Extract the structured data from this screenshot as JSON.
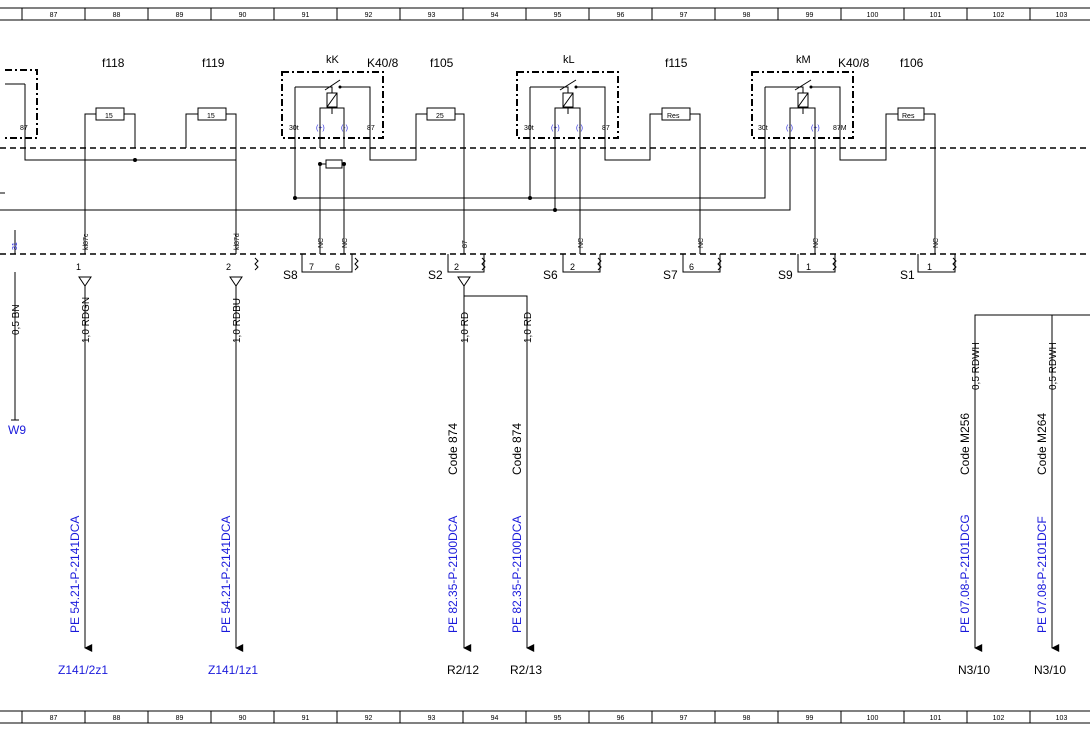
{
  "ruler": {
    "columns": [
      "87",
      "88",
      "89",
      "90",
      "91",
      "92",
      "93",
      "94",
      "95",
      "96",
      "97",
      "98",
      "99",
      "100",
      "101",
      "102",
      "103"
    ]
  },
  "components": {
    "fuses": [
      {
        "id": "f118",
        "value": "15"
      },
      {
        "id": "f119",
        "value": "15"
      },
      {
        "id": "f105",
        "value": "25"
      },
      {
        "id": "f115",
        "value": "Res"
      },
      {
        "id": "f106",
        "value": "Res"
      }
    ],
    "relays": [
      {
        "id": "kK",
        "group": "K40/8",
        "pins": [
          "30t",
          "(+)",
          "(-)",
          "87"
        ]
      },
      {
        "id": "kL",
        "group": "",
        "pins": [
          "30t",
          "(+)",
          "(-)",
          "87"
        ]
      },
      {
        "id": "kM",
        "group": "K40/8",
        "pins": [
          "30t",
          "(-)",
          "(+)",
          "87M"
        ]
      }
    ],
    "left_box_pin": "87"
  },
  "connector_pins": {
    "top_labels": [
      "31",
      "kl87c",
      "kl87d",
      "NC",
      "NC",
      "87",
      "NC",
      "NC",
      "NC",
      "NC"
    ],
    "plugs": [
      {
        "name": "S8",
        "pins": [
          "7",
          "6"
        ]
      },
      {
        "name": "S2",
        "pins": [
          "2"
        ]
      },
      {
        "name": "S6",
        "pins": [
          "2"
        ]
      },
      {
        "name": "S7",
        "pins": [
          "6"
        ]
      },
      {
        "name": "S9",
        "pins": [
          "1"
        ]
      },
      {
        "name": "S1",
        "pins": [
          "1"
        ]
      }
    ],
    "left_pins": [
      "1",
      "2"
    ]
  },
  "wires": [
    {
      "label": "0,5 BN",
      "code": "",
      "ref": "",
      "dest": "W9",
      "dest_blue": true
    },
    {
      "label": "1,0 RDGN",
      "code": "",
      "ref": "PE 54.21-P-2141DCA",
      "dest": "Z141/2z1",
      "dest_blue": true
    },
    {
      "label": "1,0 RDBU",
      "code": "",
      "ref": "PE 54.21-P-2141DCA",
      "dest": "Z141/1z1",
      "dest_blue": true
    },
    {
      "label": "1,0 RD",
      "code": "Code 874",
      "ref": "PE 82.35-P-2100DCA",
      "dest": "R2/12",
      "dest_blue": false
    },
    {
      "label": "1,0 RD",
      "code": "Code 874",
      "ref": "PE 82.35-P-2100DCA",
      "dest": "R2/13",
      "dest_blue": false
    },
    {
      "label": "0,5 RDWH",
      "code": "Code M256",
      "ref": "PE 07.08-P-2101DCG",
      "dest": "N3/10",
      "dest_blue": false
    },
    {
      "label": "0,5 RDWH",
      "code": "Code M264",
      "ref": "PE 07.08-P-2101DCF",
      "dest": "N3/10",
      "dest_blue": false
    }
  ]
}
